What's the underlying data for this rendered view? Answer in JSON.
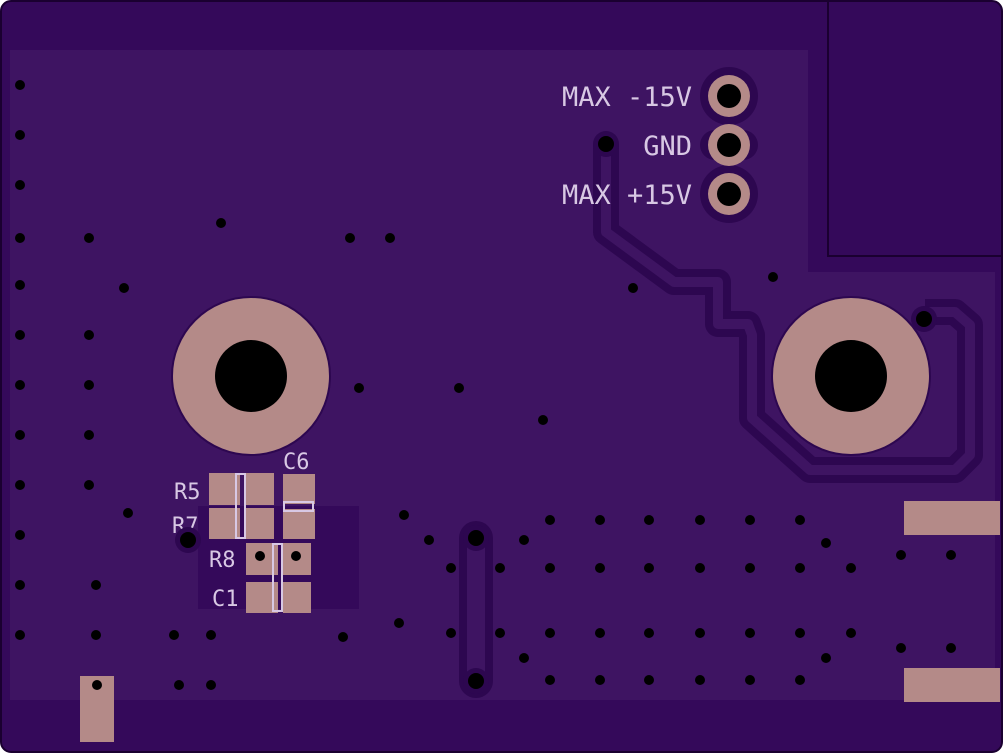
{
  "board": {
    "colors": {
      "substrate": "#34095a",
      "pour": "#3e1462",
      "trace": "#36105a",
      "pad": "#b48a88",
      "drill": "#000000",
      "silkscreen": "#d8c8e4",
      "edge": "#1a0030"
    },
    "connector_labels": [
      "MAX -15V",
      "GND",
      "MAX +15V"
    ],
    "components": [
      {
        "ref": "C6"
      },
      {
        "ref": "R5"
      },
      {
        "ref": "R7"
      },
      {
        "ref": "R8"
      },
      {
        "ref": "C1"
      }
    ]
  }
}
